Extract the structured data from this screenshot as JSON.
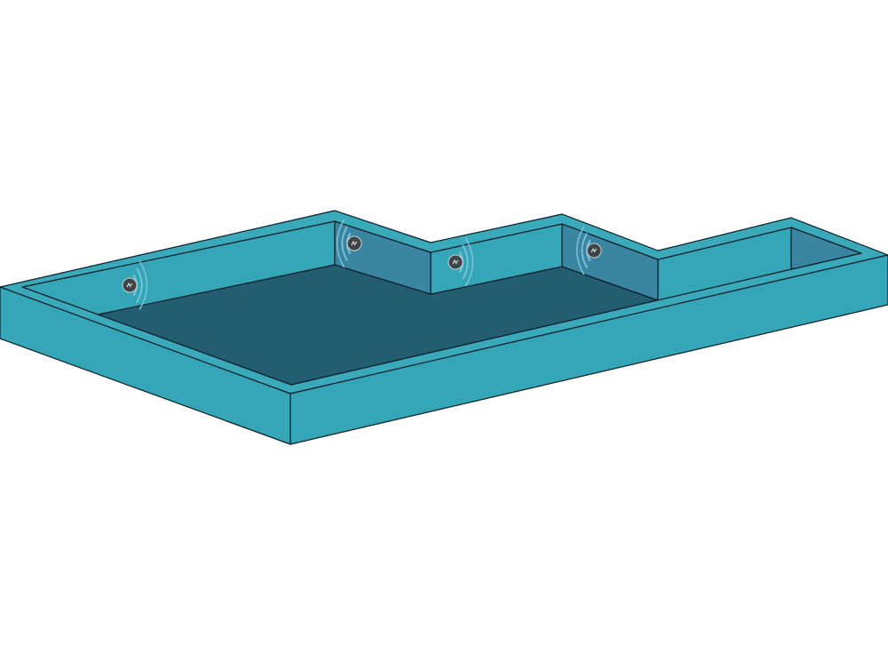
{
  "colors": {
    "background": "#ffffff",
    "wall_face": "#35a6b7",
    "wall_top": "#3aa9ba",
    "wall_shadow": "#3a86a2",
    "floor": "#225d72",
    "outline": "#0c1f28",
    "sensor_body": "#3f4447",
    "sensor_ring": "#c9d2d6",
    "signal_wave": "#7fc6dc"
  },
  "sensors": [
    {
      "id": "sensor-1",
      "icon": "wireless-sensor-icon"
    },
    {
      "id": "sensor-2",
      "icon": "wireless-sensor-icon"
    },
    {
      "id": "sensor-3",
      "icon": "wireless-sensor-icon"
    },
    {
      "id": "sensor-4",
      "icon": "wireless-sensor-icon"
    }
  ]
}
